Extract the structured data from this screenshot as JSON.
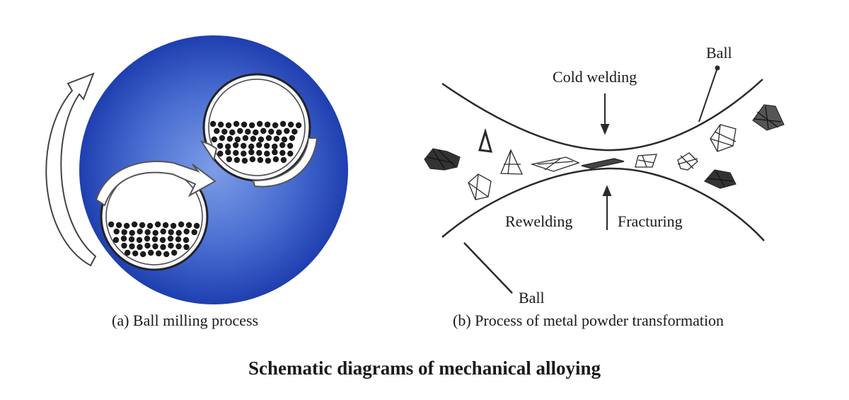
{
  "captions": {
    "a": "(a) Ball milling process",
    "b": "(b) Process of metal powder transformation"
  },
  "title": "Schematic diagrams of mechanical alloying",
  "labels": {
    "ball_top": "Ball",
    "cold_welding": "Cold welding",
    "rewelding": "Rewelding",
    "fracturing": "Fracturing",
    "ball_bottom": "Ball"
  },
  "colors": {
    "disc_center": "#6b8fe0",
    "disc_edge": "#1f3fb0",
    "arrow_fill": "#ffffff",
    "arrow_shadow": "#9a9ea8",
    "ball": "#1a1a1a",
    "line": "#2a2a2a"
  }
}
